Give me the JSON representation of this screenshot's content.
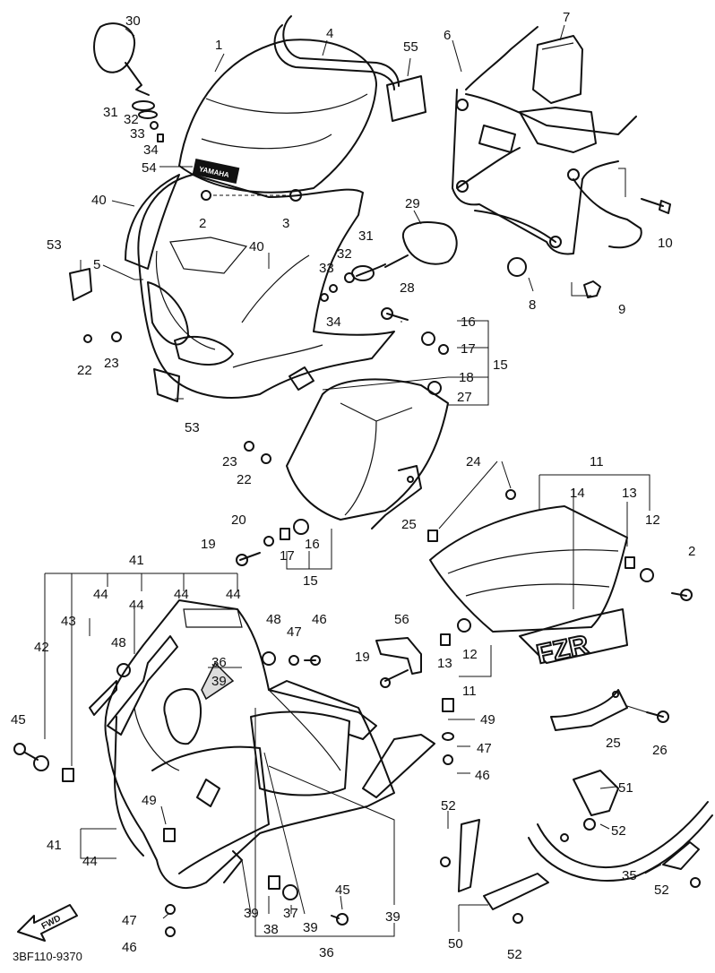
{
  "diagram": {
    "callouts": [
      {
        "id": "c30a",
        "text": "30"
      },
      {
        "id": "c1",
        "text": "1"
      },
      {
        "id": "c4",
        "text": "4"
      },
      {
        "id": "c55",
        "text": "55"
      },
      {
        "id": "c6",
        "text": "6"
      },
      {
        "id": "c7",
        "text": "7"
      },
      {
        "id": "c31a",
        "text": "31"
      },
      {
        "id": "c32a",
        "text": "32"
      },
      {
        "id": "c33a",
        "text": "33"
      },
      {
        "id": "c34a",
        "text": "34"
      },
      {
        "id": "c54",
        "text": "54"
      },
      {
        "id": "c40a",
        "text": "40"
      },
      {
        "id": "c2a",
        "text": "2"
      },
      {
        "id": "c3",
        "text": "3"
      },
      {
        "id": "c29",
        "text": "29"
      },
      {
        "id": "c10",
        "text": "10"
      },
      {
        "id": "c53a",
        "text": "53"
      },
      {
        "id": "c5",
        "text": "5"
      },
      {
        "id": "c40b",
        "text": "40"
      },
      {
        "id": "c32b",
        "text": "32"
      },
      {
        "id": "c31b",
        "text": "31"
      },
      {
        "id": "c33b",
        "text": "33"
      },
      {
        "id": "c8",
        "text": "8"
      },
      {
        "id": "c9",
        "text": "9"
      },
      {
        "id": "c34b",
        "text": "34"
      },
      {
        "id": "c28",
        "text": "28"
      },
      {
        "id": "c16a",
        "text": "16"
      },
      {
        "id": "c17a",
        "text": "17"
      },
      {
        "id": "c15a",
        "text": "15"
      },
      {
        "id": "c18",
        "text": "18"
      },
      {
        "id": "c22a",
        "text": "22"
      },
      {
        "id": "c23a",
        "text": "23"
      },
      {
        "id": "c27",
        "text": "27"
      },
      {
        "id": "c53b",
        "text": "53"
      },
      {
        "id": "c23b",
        "text": "23"
      },
      {
        "id": "c22b",
        "text": "22"
      },
      {
        "id": "c24",
        "text": "24"
      },
      {
        "id": "c11a",
        "text": "11"
      },
      {
        "id": "c14",
        "text": "14"
      },
      {
        "id": "c13a",
        "text": "13"
      },
      {
        "id": "c12a",
        "text": "12"
      },
      {
        "id": "c20",
        "text": "20"
      },
      {
        "id": "c25a",
        "text": "25"
      },
      {
        "id": "c19a",
        "text": "19"
      },
      {
        "id": "c17b",
        "text": "17"
      },
      {
        "id": "c16b",
        "text": "16"
      },
      {
        "id": "c15b",
        "text": "15"
      },
      {
        "id": "c2b",
        "text": "2"
      },
      {
        "id": "c41a",
        "text": "41"
      },
      {
        "id": "c44a",
        "text": "44"
      },
      {
        "id": "c44b",
        "text": "44"
      },
      {
        "id": "c44c",
        "text": "44"
      },
      {
        "id": "c44d",
        "text": "44"
      },
      {
        "id": "c43",
        "text": "43"
      },
      {
        "id": "c42",
        "text": "42"
      },
      {
        "id": "c48a",
        "text": "48"
      },
      {
        "id": "c46a",
        "text": "46"
      },
      {
        "id": "c56",
        "text": "56"
      },
      {
        "id": "c48b",
        "text": "48"
      },
      {
        "id": "c47a",
        "text": "47"
      },
      {
        "id": "c36a",
        "text": "36"
      },
      {
        "id": "c39a",
        "text": "39"
      },
      {
        "id": "c19b",
        "text": "19"
      },
      {
        "id": "c13b",
        "text": "13"
      },
      {
        "id": "c12b",
        "text": "12"
      },
      {
        "id": "c11b",
        "text": "11"
      },
      {
        "id": "c45a",
        "text": "45"
      },
      {
        "id": "c49a",
        "text": "49"
      },
      {
        "id": "c47b",
        "text": "47"
      },
      {
        "id": "c46b",
        "text": "46"
      },
      {
        "id": "c25b",
        "text": "25"
      },
      {
        "id": "c26",
        "text": "26"
      },
      {
        "id": "c51",
        "text": "51"
      },
      {
        "id": "c49b",
        "text": "49"
      },
      {
        "id": "c41b",
        "text": "41"
      },
      {
        "id": "c44e",
        "text": "44"
      },
      {
        "id": "c52a",
        "text": "52"
      },
      {
        "id": "c52b",
        "text": "52"
      },
      {
        "id": "c35",
        "text": "35"
      },
      {
        "id": "c52c",
        "text": "52"
      },
      {
        "id": "c45b",
        "text": "45"
      },
      {
        "id": "c47c",
        "text": "47"
      },
      {
        "id": "c39b",
        "text": "39"
      },
      {
        "id": "c38",
        "text": "38"
      },
      {
        "id": "c37",
        "text": "37"
      },
      {
        "id": "c39c",
        "text": "39"
      },
      {
        "id": "c39d",
        "text": "39"
      },
      {
        "id": "c36b",
        "text": "36"
      },
      {
        "id": "c50",
        "text": "50"
      },
      {
        "id": "c52d",
        "text": "52"
      },
      {
        "id": "c46c",
        "text": "46"
      }
    ],
    "emblem_text": "YAMAHA",
    "fairing_logo": "FZR",
    "fwd_arrow_label": "FWD",
    "drawing_code": "3BF110-9370"
  }
}
